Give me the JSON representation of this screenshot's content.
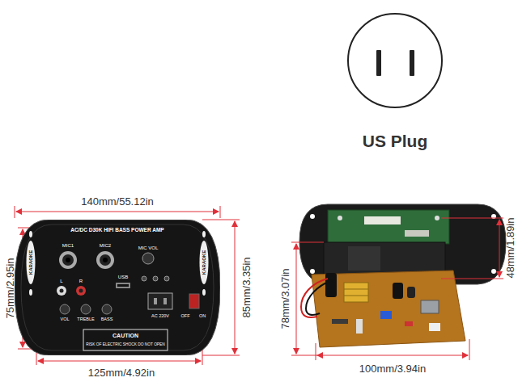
{
  "diagram": {
    "nodes": [
      {
        "text": [
          "AC/DC D30K HIFI BASS POWER AMP"
        ]
      }
    ],
    "labels": [
      "US Plug",
      "140mm/55.12in",
      "75mm/2.95in",
      "85mm/3.35in",
      "125mm/4.92in",
      "48mm/1.89in",
      "78mm/3.07in",
      "100mm/3.94in",
      "MIC1",
      "MIC2",
      "MIC VOL",
      "USB",
      "L",
      "R",
      "VOL",
      "TREBLE",
      "BASS",
      "AC 220V",
      "OFF",
      "ON",
      "KARAOKE",
      "KARAOKE",
      "CAUTION",
      "RISK OF ELECTRIC SHOCK DO NOT OPEN"
    ]
  }
}
